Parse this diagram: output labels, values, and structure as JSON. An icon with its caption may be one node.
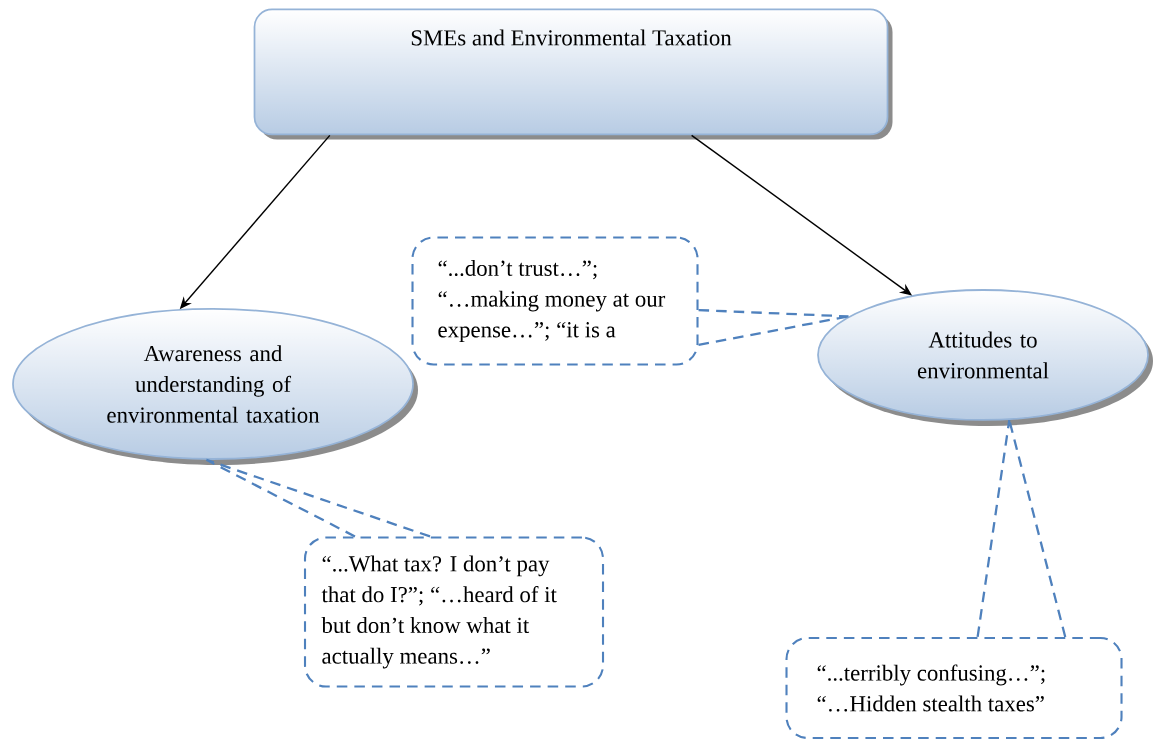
{
  "diagram": {
    "nodes": [
      {
        "text": [
          "SMEs and Environmental Taxation"
        ]
      },
      {
        "text": [
          "Awareness and understanding of environmental taxation"
        ]
      },
      {
        "text": [
          "Attitudes to environmental"
        ]
      },
      {
        "text": [
          "“...don’t trust…”; “…making money at our expense…”; “it is a"
        ]
      },
      {
        "text": [
          "“...What tax? I don’t pay that do I?”; “…heard of it but don’t know what it actually means…”"
        ]
      },
      {
        "text": [
          "“...terribly confusing…”; “…Hidden stealth taxes”"
        ]
      }
    ],
    "edges": [
      {
        "from": 0,
        "to": 1,
        "arrow": "to",
        "color": "#000000"
      },
      {
        "from": 0,
        "to": 2,
        "arrow": "to",
        "color": "#000000"
      },
      {
        "from": 3,
        "to": 2,
        "arrow": "none",
        "style": "dashed",
        "color": "#4f81bd"
      },
      {
        "from": 4,
        "to": 1,
        "arrow": "none",
        "style": "dashed",
        "color": "#4f81bd"
      },
      {
        "from": 5,
        "to": 2,
        "arrow": "none",
        "style": "dashed",
        "color": "#4f81bd"
      }
    ]
  }
}
